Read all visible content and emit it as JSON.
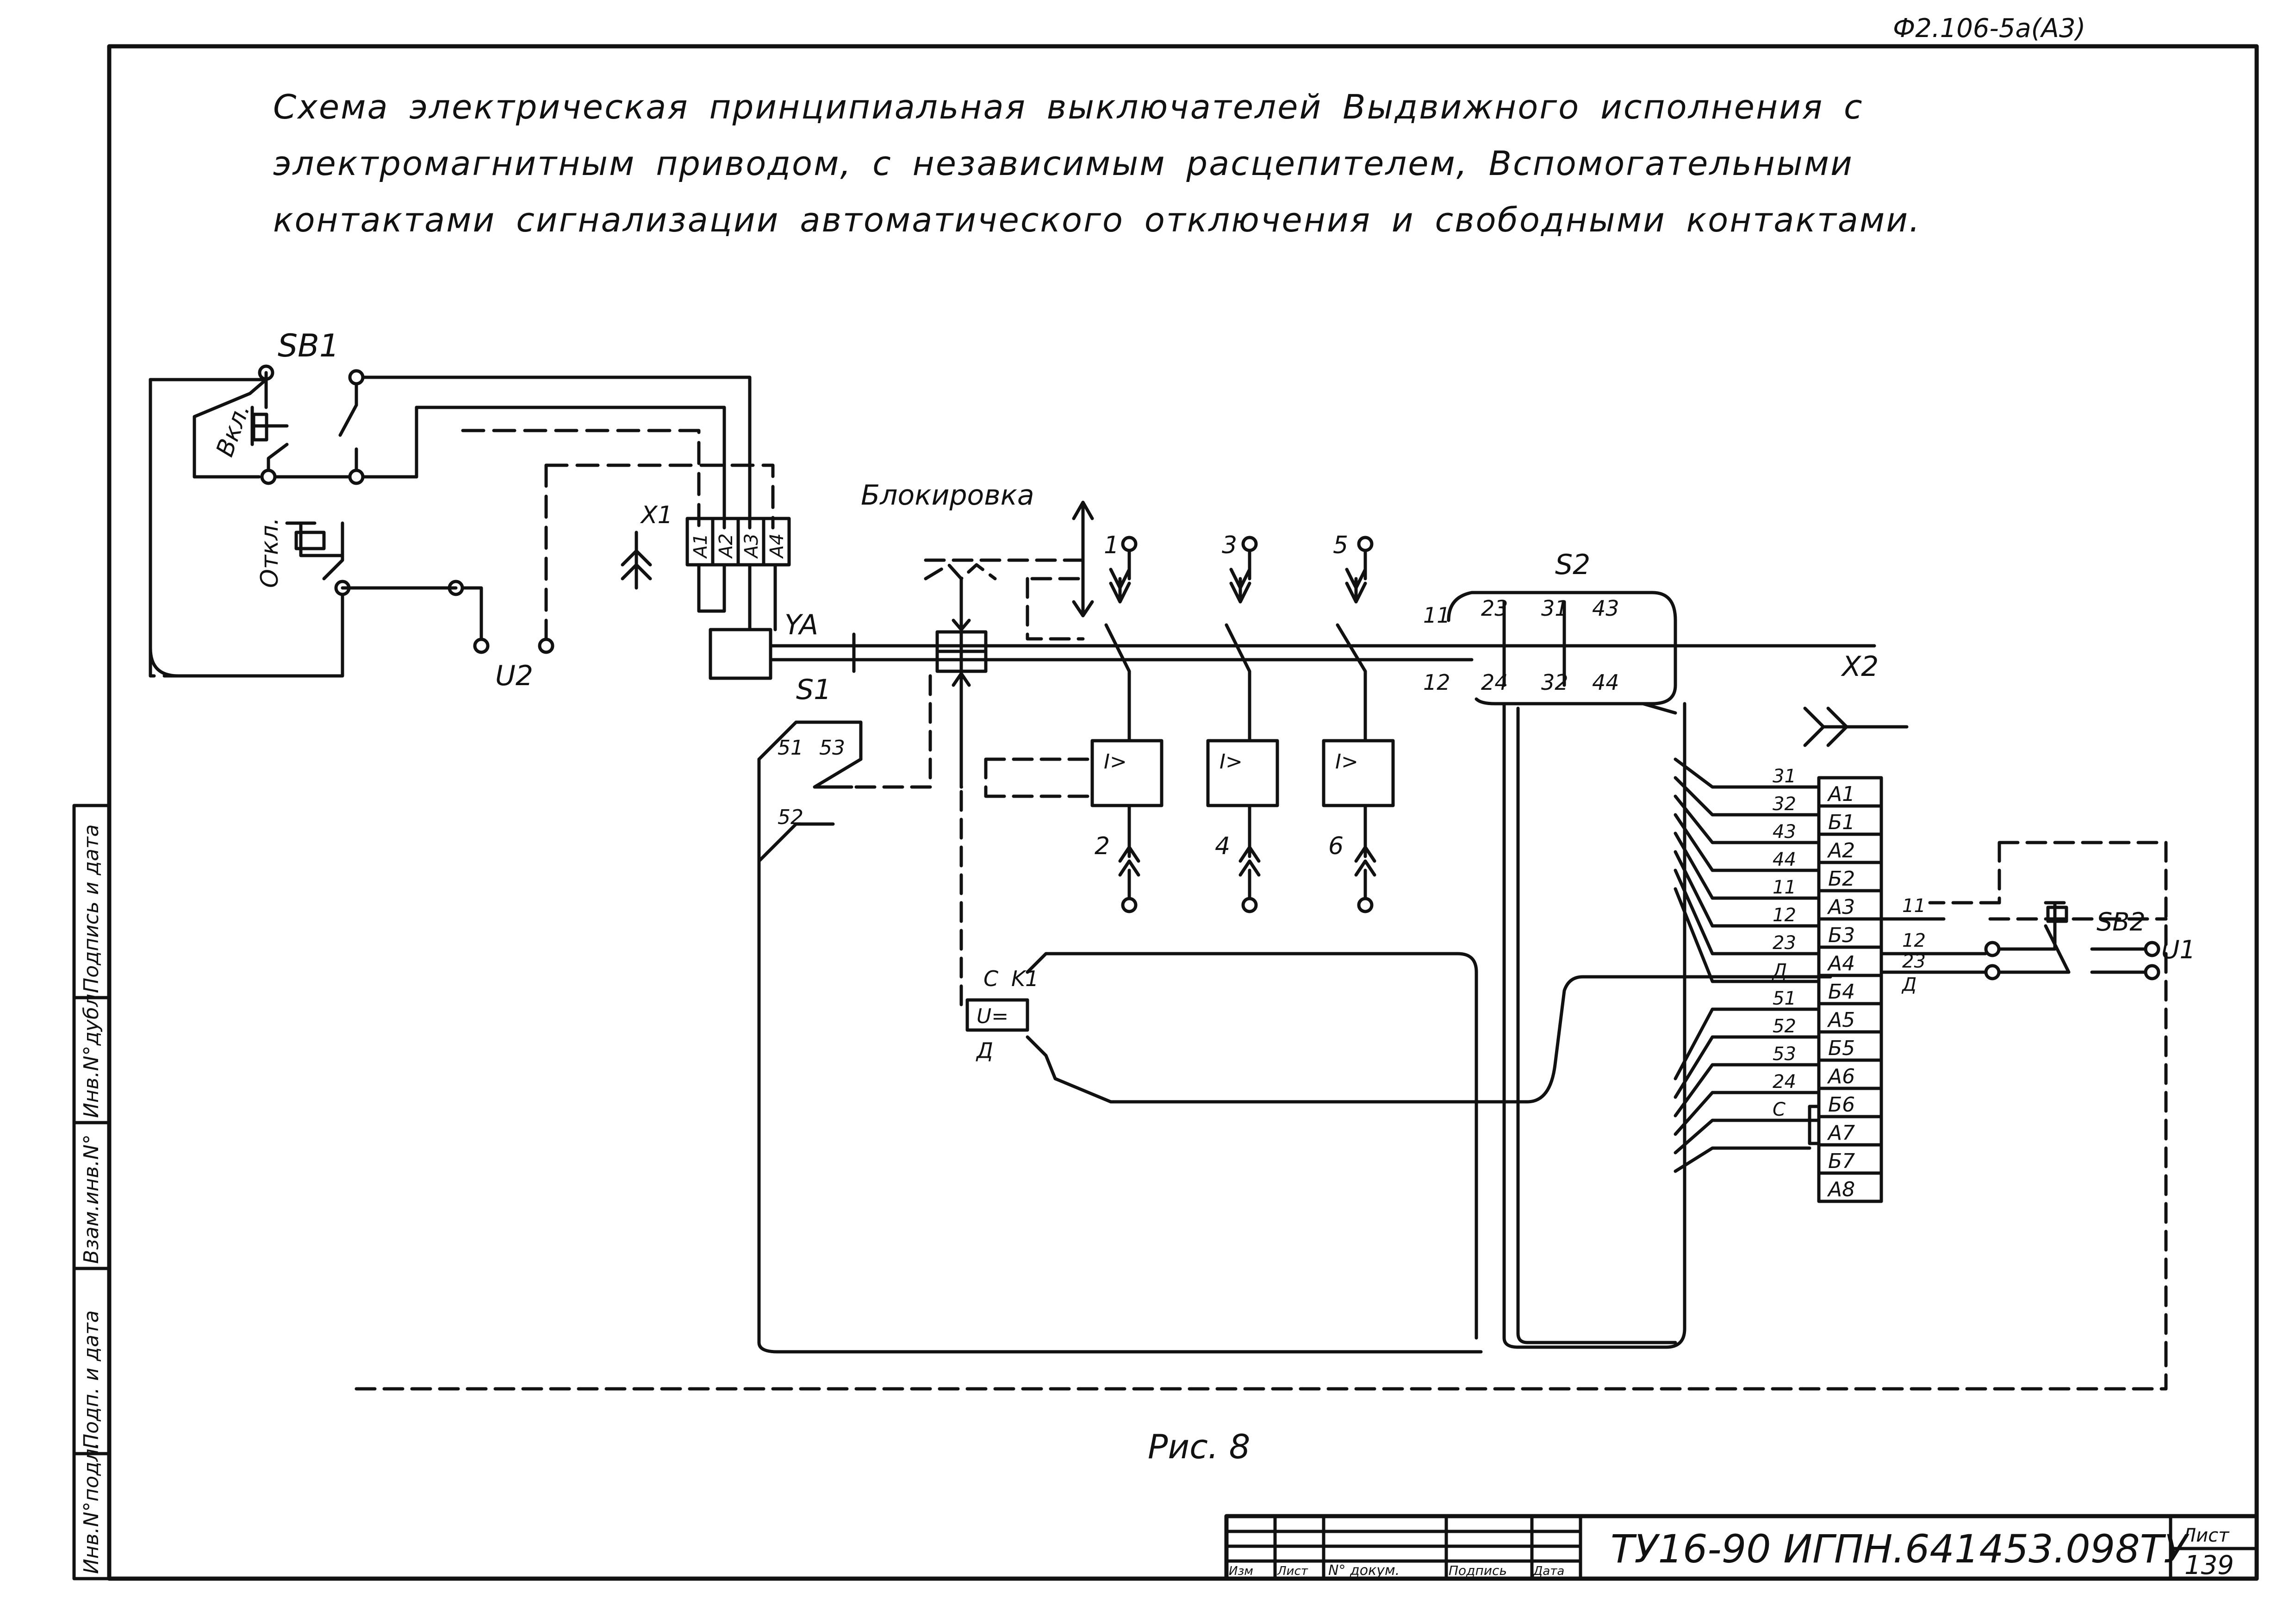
{
  "form_code": "Ф2.106-5а(А3)",
  "title": "Схема электрическая принципиальная выключателей Выдвижного исполнения с электромагнитным приводом, с независимым расцепителем, Вспомогательными контактами сигнализации автоматического отключения и свободными контактами.",
  "figure_caption": "Рис. 8",
  "document_code": "ТУ16-90 ИГПН.641453.098ТУ",
  "sheet_label": "Лист",
  "sheet_number": "139",
  "stamp_columns": [
    "Изм",
    "Лист",
    "N° докум.",
    "Подпись",
    "Дата"
  ],
  "side_fields": [
    "Подпись и дата",
    "Инв.N°дубл.",
    "Взам.инв.N°",
    "Подп. и дата",
    "Инв.N°подл."
  ],
  "labels": {
    "sb1": "SB1",
    "on_button": "Вкл.",
    "off_button": "Откл.",
    "u2": "U2",
    "x1": "X1",
    "x1_pins": [
      "А1",
      "А2",
      "А3",
      "А4"
    ],
    "ya": "YA",
    "interlock": "Блокировка",
    "s1": "S1",
    "s1_contacts": [
      "51",
      "53",
      "52"
    ],
    "poles_top": [
      "1",
      "3",
      "5"
    ],
    "poles_bottom": [
      "2",
      "4",
      "6"
    ],
    "s2": "S2",
    "s2_top": [
      "11",
      "23",
      "31",
      "43"
    ],
    "s2_bottom": [
      "12",
      "24",
      "32",
      "44"
    ],
    "k1": "K1",
    "k1_c": "С",
    "k1_d": "Д",
    "k1_coil": "U=",
    "x2": "X2",
    "wire_labels": [
      "31",
      "32",
      "43",
      "44",
      "11",
      "12",
      "23",
      "Д",
      "51",
      "52",
      "53",
      "24",
      "С"
    ],
    "x2_pins": [
      "А1",
      "Б1",
      "А2",
      "Б2",
      "А3",
      "Б3",
      "А4",
      "Б4",
      "А5",
      "Б5",
      "А6",
      "Б6",
      "А7",
      "Б7",
      "А8"
    ],
    "out_wires": [
      "11",
      "12",
      "23",
      "Д"
    ],
    "sb2": "SB2",
    "u1": "U1"
  }
}
